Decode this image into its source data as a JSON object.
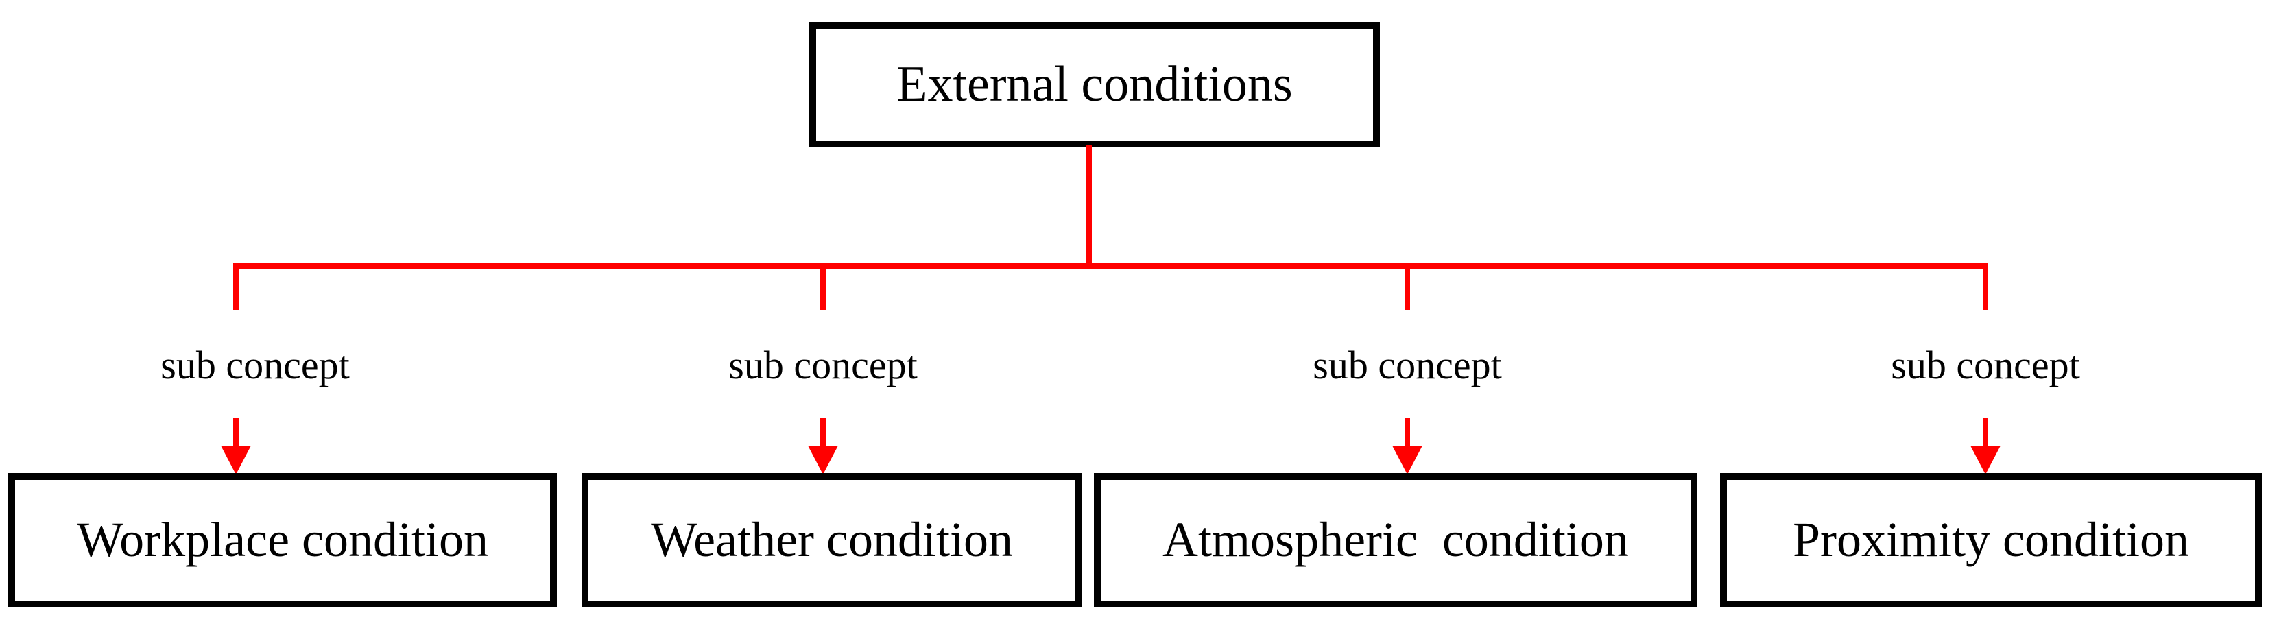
{
  "diagram": {
    "title": "External conditions taxonomy",
    "colors": {
      "node_border": "#000000",
      "node_fill": "#ffffff",
      "connector": "#ff0000",
      "text": "#000000",
      "background": "#ffffff"
    },
    "root": {
      "label": "External conditions"
    },
    "edges": [
      {
        "label": "sub concept"
      },
      {
        "label": "sub concept"
      },
      {
        "label": "sub concept"
      },
      {
        "label": "sub concept"
      }
    ],
    "children": [
      {
        "label": "Workplace condition"
      },
      {
        "label": "Weather condition"
      },
      {
        "label": "Atmospheric  condition"
      },
      {
        "label": "Proximity condition"
      }
    ]
  }
}
